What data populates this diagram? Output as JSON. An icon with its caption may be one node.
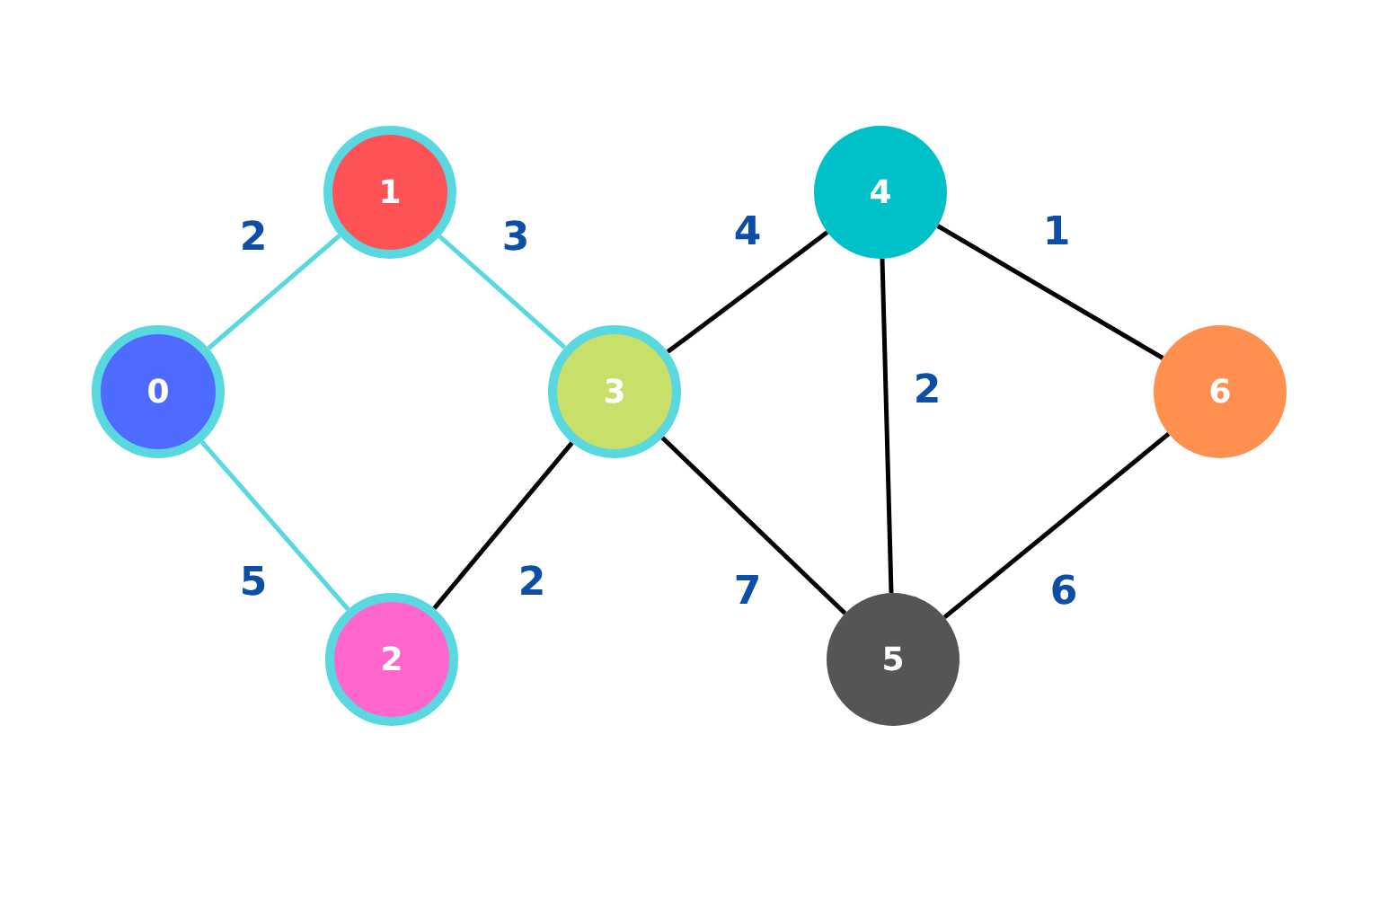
{
  "diagram": {
    "nodes": [
      {
        "text": [
          "0"
        ]
      },
      {
        "text": [
          "1"
        ]
      },
      {
        "text": [
          "2"
        ]
      },
      {
        "text": [
          "3"
        ]
      },
      {
        "text": [
          "4"
        ]
      },
      {
        "text": [
          "5"
        ]
      },
      {
        "text": [
          "6"
        ]
      }
    ],
    "edges": [
      {
        "from": 0,
        "to": 1,
        "arrow": "none",
        "label": "2",
        "color": "#5ad8e0"
      },
      {
        "from": 1,
        "to": 3,
        "arrow": "none",
        "label": "3",
        "color": "#5ad8e0"
      },
      {
        "from": 0,
        "to": 2,
        "arrow": "none",
        "label": "5",
        "color": "#5ad8e0"
      },
      {
        "from": 2,
        "to": 3,
        "arrow": "none",
        "label": "2"
      },
      {
        "from": 3,
        "to": 4,
        "arrow": "none",
        "label": "4"
      },
      {
        "from": 3,
        "to": 5,
        "arrow": "none",
        "label": "7"
      },
      {
        "from": 4,
        "to": 5,
        "arrow": "none",
        "label": "2"
      },
      {
        "from": 4,
        "to": 6,
        "arrow": "none",
        "label": "1"
      },
      {
        "from": 5,
        "to": 6,
        "arrow": "none",
        "label": "6"
      }
    ]
  }
}
